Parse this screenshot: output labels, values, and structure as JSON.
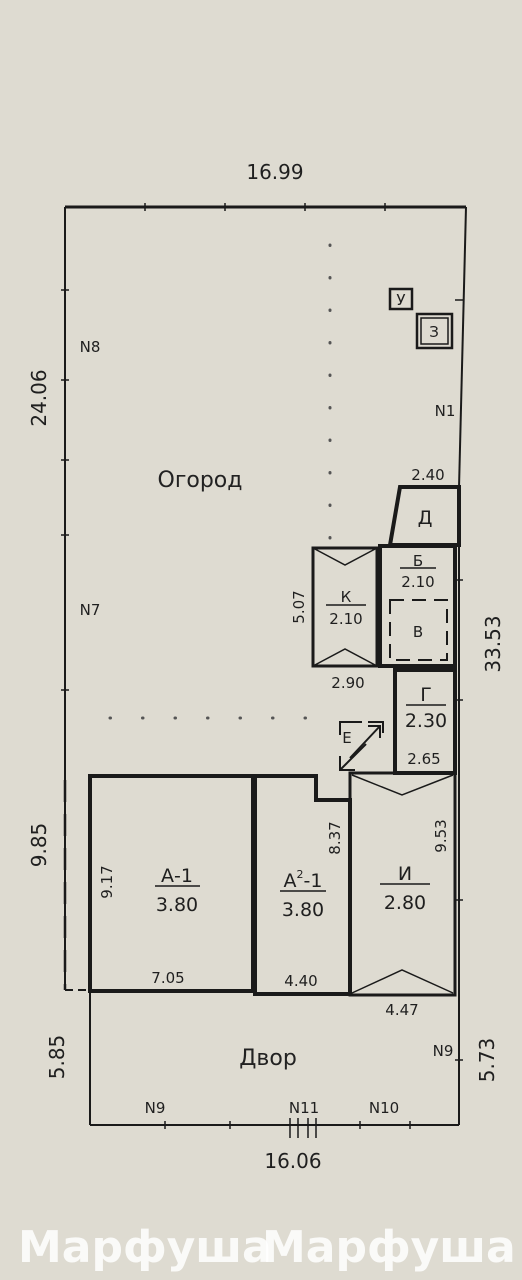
{
  "dimensions": {
    "top": "16.99",
    "left_upper": "24.06",
    "right": "33.53",
    "left_lower": "9.85",
    "left_bottom": "5.85",
    "right_bottom": "5.73",
    "bottom": "16.06",
    "d_width": "2.40",
    "k_height": "5.07",
    "k_width": "2.90",
    "g_width": "2.65",
    "a1_height": "9.17",
    "a1_width": "7.05",
    "a21_height": "8.37",
    "a21_width": "4.40",
    "i_height": "9.53",
    "i_width": "4.47"
  },
  "points": {
    "n1": "N1",
    "n7": "N7",
    "n8": "N8",
    "n9_bottom": "N9",
    "n9_right": "N9",
    "n10": "N10",
    "n11": "N11"
  },
  "zones": {
    "garden": "Огород",
    "yard": "Двор"
  },
  "buildings": {
    "u": "У",
    "z": "З",
    "d": "Д",
    "b_letter": "Б",
    "b_height": "2.10",
    "v": "В",
    "k_letter": "К",
    "k_height": "2.10",
    "g_letter": "Г",
    "g_height": "2.30",
    "e": "Е",
    "a1_letter": "А-1",
    "a1_height": "3.80",
    "a21_letter": "А",
    "a21_sup": "2",
    "a21_suffix": "-1",
    "a21_height_val": "3.80",
    "i_letter": "И",
    "i_height": "2.80"
  },
  "watermark": {
    "left": "Марфуша",
    "right": "Марфуша"
  }
}
